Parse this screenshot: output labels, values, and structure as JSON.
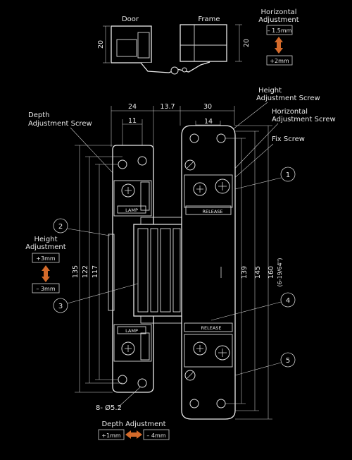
{
  "top_view": {
    "door_label": "Door",
    "frame_label": "Frame",
    "dim_left": "20",
    "dim_right": "20"
  },
  "horizontal_adjustment": {
    "title_line1": "Horizontal",
    "title_line2": "Adjustment",
    "minus": "– 1.5mm",
    "plus": "+2mm"
  },
  "callouts": {
    "height_screw_line1": "Height",
    "height_screw_line2": "Adjustment Screw",
    "horizontal_screw_line1": "Horizontal",
    "horizontal_screw_line2": "Adjustment Screw",
    "fix_screw": "Fix Screw",
    "depth_screw_line1": "Depth",
    "depth_screw_line2": "Adjustment Screw"
  },
  "dimensions": {
    "top_24": "24",
    "top_13_7": "13.7",
    "top_30": "30",
    "top_11": "11",
    "top_14": "14",
    "left_135": "135",
    "left_122": "122",
    "left_117": "117",
    "right_139": "139",
    "right_145": "145",
    "right_160": "160",
    "right_inch": "(6-19/64\")",
    "hole": "8- Ø5.2"
  },
  "height_adjustment": {
    "title_line1": "Height",
    "title_line2": "Adjustment",
    "plus": "+3mm",
    "minus": "– 3mm"
  },
  "depth_adjustment": {
    "title": "Depth Adjustment",
    "plus": "+1mm",
    "minus": "– 4mm"
  },
  "part_numbers": [
    "1",
    "2",
    "3",
    "4",
    "5"
  ],
  "markings": {
    "release": "RELEASE",
    "brand": "LAMP"
  },
  "colors": {
    "background": "#000000",
    "line": "#e0e0e0",
    "arrow": "#d46a2a"
  }
}
